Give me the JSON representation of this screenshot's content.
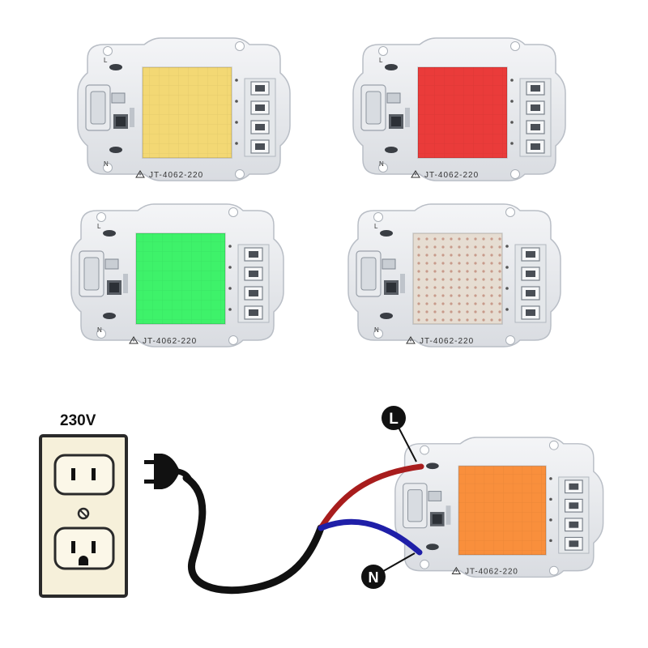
{
  "modules": [
    {
      "label": "JT-4062-220",
      "chip_color": "#f3d874",
      "chip_style": "solid",
      "terminal_l": "L",
      "terminal_n": "N"
    },
    {
      "label": "JT-4062-220",
      "chip_color": "#ea3b3a",
      "chip_style": "solid",
      "terminal_l": "L",
      "terminal_n": "N"
    },
    {
      "label": "JT-4062-220",
      "chip_color": "#3ef26a",
      "chip_style": "solid",
      "terminal_l": "L",
      "terminal_n": "N"
    },
    {
      "label": "JT-4062-220",
      "chip_color": "#e6ddd2",
      "chip_style": "dotted",
      "terminal_l": "L",
      "terminal_n": "N"
    }
  ],
  "wiring": {
    "voltage": "230V",
    "module_label": "JT-4062-220",
    "chip_color": "#f98f3c",
    "live_marker": "L",
    "neutral_marker": "N",
    "live_wire_color": "#a81d1d",
    "neutral_wire_color": "#1f1fa8",
    "cable_color": "#111111",
    "outlet_color": "#f6f0da"
  },
  "icons": [
    "outlet-icon",
    "plug-icon",
    "warning-icon"
  ]
}
